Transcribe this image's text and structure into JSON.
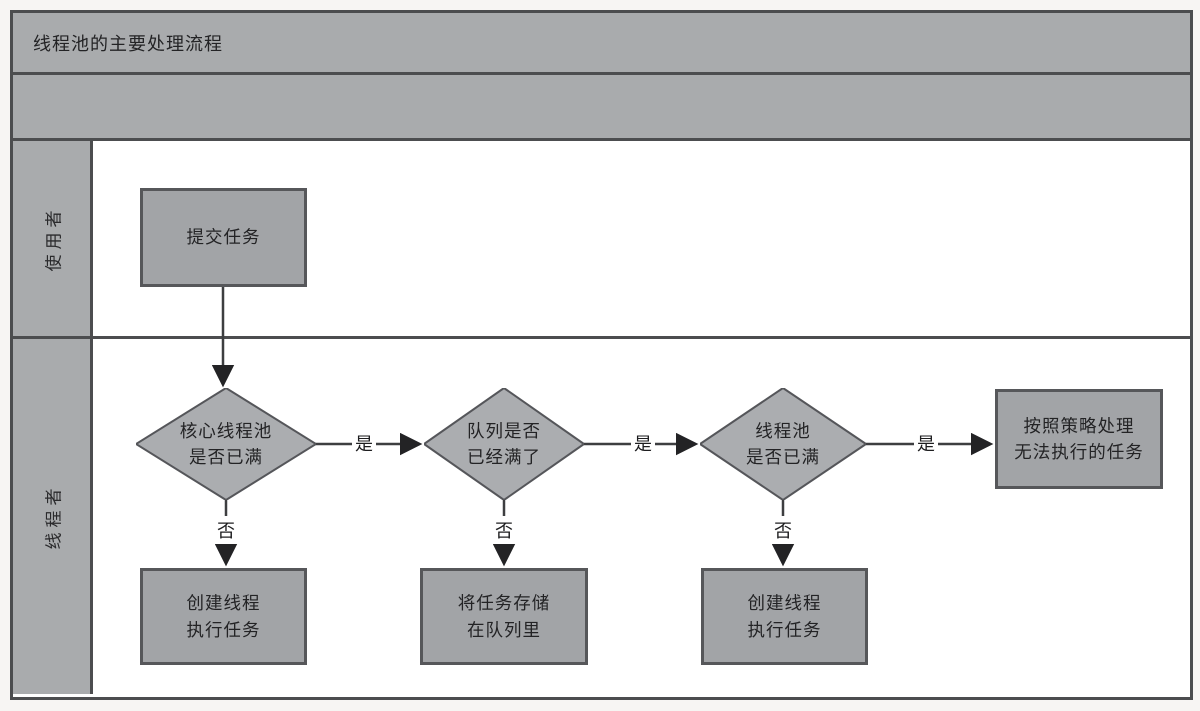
{
  "header": {
    "title": "线程池的主要处理流程"
  },
  "lanes": [
    {
      "label": "使用者"
    },
    {
      "label": "线程者"
    }
  ],
  "nodes": {
    "submit_task": {
      "type": "process",
      "line1": "提交任务"
    },
    "core_pool_full": {
      "type": "decision",
      "line1": "核心线程池",
      "line2": "是否已满"
    },
    "queue_full": {
      "type": "decision",
      "line1": "队列是否",
      "line2": "已经满了"
    },
    "pool_full": {
      "type": "decision",
      "line1": "线程池",
      "line2": "是否已满"
    },
    "handle_by_policy": {
      "type": "process",
      "line1": "按照策略处理",
      "line2": "无法执行的任务"
    },
    "create_thread_1": {
      "type": "process",
      "line1": "创建线程",
      "line2": "执行任务"
    },
    "store_in_queue": {
      "type": "process",
      "line1": "将任务存储",
      "line2": "在队列里"
    },
    "create_thread_2": {
      "type": "process",
      "line1": "创建线程",
      "line2": "执行任务"
    }
  },
  "edges": {
    "yes_label": "是",
    "no_label": "否"
  },
  "colors": {
    "band_fill": "#a9abad",
    "node_fill": "#a2a4a7",
    "diamond_fill": "#abadb0",
    "frame_border": "#4c4d4f",
    "line_color": "#3d3e40"
  }
}
